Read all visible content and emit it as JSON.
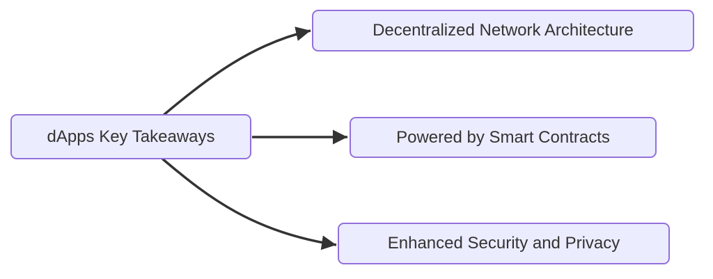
{
  "diagram": {
    "type": "flowchart",
    "direction": "left-to-right",
    "root": {
      "id": "root",
      "label": "dApps Key Takeaways"
    },
    "children": [
      {
        "id": "arch",
        "label": "Decentralized Network Architecture"
      },
      {
        "id": "smart",
        "label": "Powered by Smart Contracts"
      },
      {
        "id": "sec",
        "label": "Enhanced Security and Privacy"
      }
    ],
    "edges": [
      {
        "from": "dApps Key Takeaways",
        "to": "Decentralized Network Architecture",
        "style": "curved-up"
      },
      {
        "from": "dApps Key Takeaways",
        "to": "Powered by Smart Contracts",
        "style": "straight"
      },
      {
        "from": "dApps Key Takeaways",
        "to": "Enhanced Security and Privacy",
        "style": "curved-down"
      }
    ],
    "colors": {
      "node_fill": "#ECECFF",
      "node_border": "#9370DB",
      "edge": "#333333",
      "text": "#333333",
      "background": "#FFFFFF"
    }
  }
}
